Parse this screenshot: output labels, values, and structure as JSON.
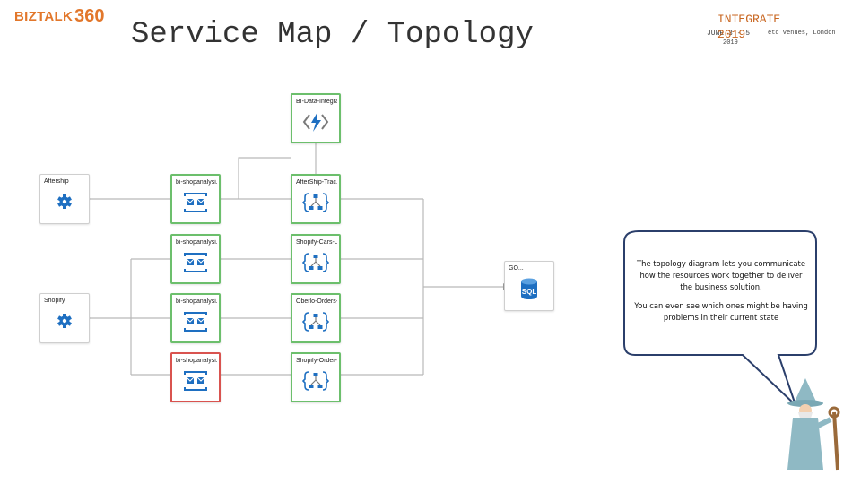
{
  "header": {
    "logo_text": "BIZTALK",
    "logo_number": "360",
    "title": "Service Map / Topology",
    "event_name": "INTEGRATE",
    "event_year": "2019",
    "event_date": "JUNE 3 - 5",
    "event_year_small": "2019",
    "event_venue": "etc venues, London"
  },
  "nodes": {
    "bi_data_integration": {
      "label": "BI-Data-Integra...",
      "icon": "function-app-icon"
    },
    "aftership": {
      "label": "Aftership",
      "icon": "gear-connector-icon"
    },
    "shopify": {
      "label": "Shopify",
      "icon": "gear-connector-icon"
    },
    "bi_shop_1": {
      "label": "bi-shopanalysi...",
      "icon": "service-bus-icon"
    },
    "bi_shop_2": {
      "label": "bi-shopanalysi...",
      "icon": "service-bus-icon"
    },
    "bi_shop_3": {
      "label": "bi-shopanalysi...",
      "icon": "service-bus-icon"
    },
    "bi_shop_4": {
      "label": "bi-shopanalysi...",
      "icon": "service-bus-icon"
    },
    "aftership_tracking": {
      "label": "AfterShip-Trac...",
      "icon": "logic-app-icon"
    },
    "shopify_cars": {
      "label": "Shopify-Cars-U...",
      "icon": "logic-app-icon"
    },
    "oberlo_orders": {
      "label": "Oberlo-Orders-...",
      "icon": "logic-app-icon"
    },
    "shopify_order": {
      "label": "Shopify-Order-...",
      "icon": "logic-app-icon"
    },
    "sql_db": {
      "label": "GO...",
      "icon": "sql-database-icon"
    }
  },
  "callout": {
    "paragraph_1": "The topology diagram lets you communicate how the resources work together to deliver the business solution.",
    "paragraph_2": "You can even see which ones might be having problems in their current state"
  },
  "colors": {
    "brand_orange": "#e2772b",
    "healthy_border": "#6cbf6c",
    "error_border": "#d9534f",
    "azure_blue": "#1e6fc1"
  }
}
